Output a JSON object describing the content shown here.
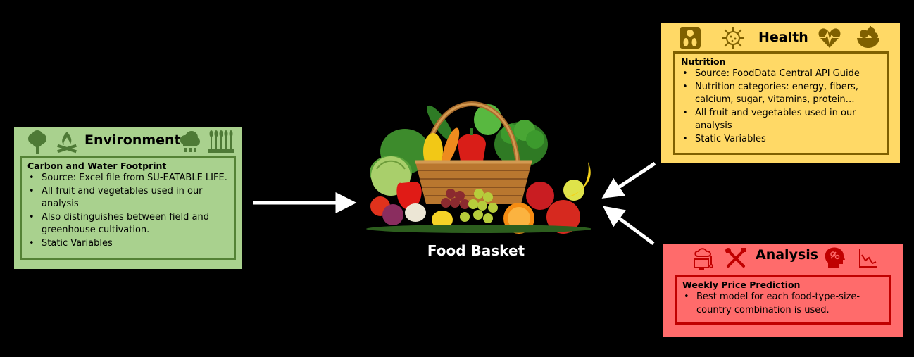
{
  "center": {
    "label": "Food Basket"
  },
  "environment": {
    "title": "Environment",
    "heading": "Carbon and Water Footprint",
    "bullets": [
      "Source: Excel file from SU-EATABLE LIFE.",
      "All fruit and vegetables used in our analysis",
      "Also distinguishes between field and greenhouse cultivation.",
      "Static Variables"
    ],
    "icons": [
      "tree-icon",
      "campfire-icon",
      "rain-cloud-icon",
      "wheat-field-icon"
    ],
    "colors": {
      "fill": "#a9d18e",
      "border": "#548235",
      "icon": "#4e7a36"
    }
  },
  "health": {
    "title": "Health",
    "heading": "Nutrition",
    "bullets": [
      "Source: FoodData Central API Guide",
      "Nutrition categories: energy, fibers, calcium, sugar, vitamins, protein…",
      "All fruit and vegetables used in our analysis",
      "Static Variables"
    ],
    "icons": [
      "scale-footprints-icon",
      "virus-icon",
      "heartbeat-icon",
      "fruit-bowl-icon"
    ],
    "colors": {
      "fill": "#ffd966",
      "border": "#7f6000",
      "icon": "#7f6000"
    }
  },
  "analysis": {
    "title": "Analysis",
    "heading": "Weekly Price Prediction",
    "bullets": [
      "Best model for each food-type-size-country combination is used."
    ],
    "icons": [
      "cloud-computer-icon",
      "tools-icon",
      "brain-head-icon",
      "line-chart-icon"
    ],
    "colors": {
      "fill": "#ff6b6b",
      "border": "#c00000",
      "icon": "#c00000"
    }
  },
  "colors": {
    "background": "#000000",
    "arrow": "#ffffff"
  }
}
